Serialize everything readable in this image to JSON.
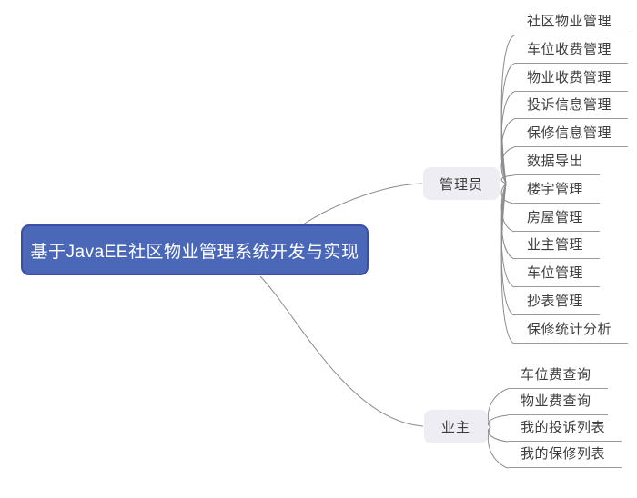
{
  "root": {
    "label": "基于JavaEE社区物业管理系统开发与实现"
  },
  "branches": [
    {
      "label": "管理员",
      "children": [
        "社区物业管理",
        "车位收费管理",
        "物业收费管理",
        "投诉信息管理",
        "保修信息管理",
        "数据导出",
        "楼宇管理",
        "房屋管理",
        "业主管理",
        "车位管理",
        "抄表管理",
        "保修统计分析"
      ]
    },
    {
      "label": "业主",
      "children": [
        "车位费查询",
        "物业费查询",
        "我的投诉列表",
        "我的保修列表"
      ]
    }
  ],
  "colors": {
    "background": "#FFFFFF",
    "root_fill": "#4A67B8",
    "root_border": "#3A4FA5",
    "root_text": "#FFFFFF",
    "branch_fill": "#EDEDF3",
    "branch_text": "#3C3C3C",
    "connector": "#8C8C8C",
    "leaf_text": "#3E3E3E",
    "leaf_underline": "#9B9B9B"
  }
}
